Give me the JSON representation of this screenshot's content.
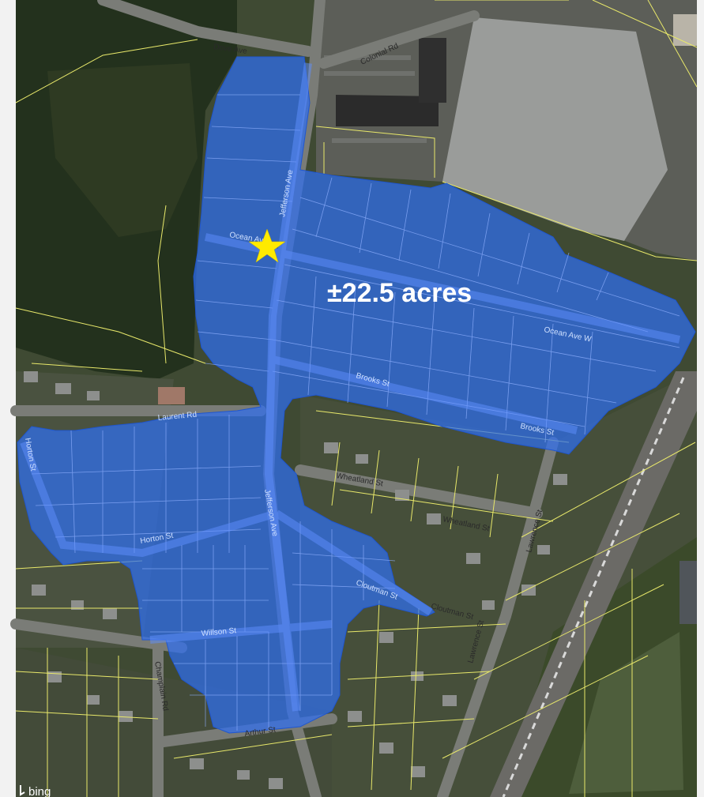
{
  "map": {
    "area_label": "±22.5 acres",
    "attribution": "bing",
    "colors": {
      "highlight": "#2f6ff0",
      "parcel_lines": "#e8e86a",
      "marker": "#ffea00",
      "land": "#3f4a33",
      "forest": "#23311d",
      "roof": "#8d8f8d"
    },
    "marker_icon": "star-icon",
    "streets": [
      "Dove Ave",
      "Colonial Rd",
      "Jefferson Ave",
      "Ocean Ave",
      "Ocean Ave W",
      "Brooks St",
      "Brooks St",
      "Laurent Rd",
      "Horton St",
      "Horton St",
      "Wheatland St",
      "Wheatland St",
      "Jefferson Ave",
      "Lawrence St",
      "Cloutman St",
      "Cloutman St",
      "Lawrence St",
      "Willson St",
      "Champlain Rd",
      "Arthur St"
    ]
  }
}
